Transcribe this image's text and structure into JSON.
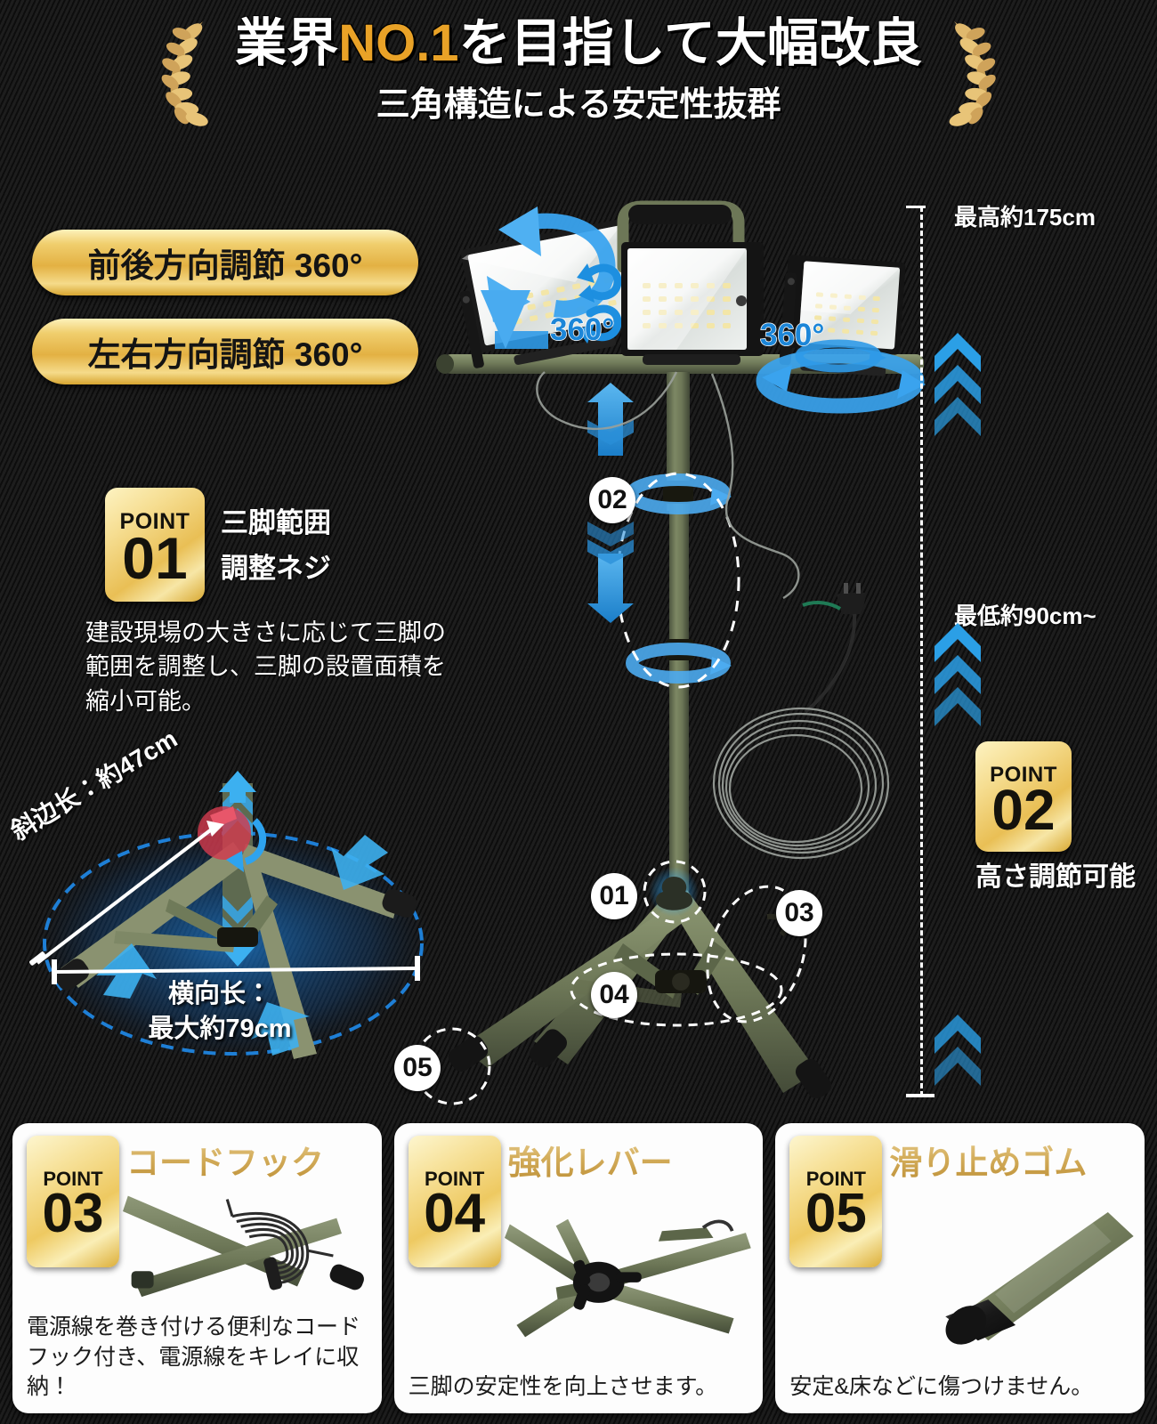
{
  "header": {
    "title_pre": "業界",
    "title_highlight": "NO.1",
    "title_post": "を目指して大幅改良",
    "subtitle": "三角構造による安定性抜群",
    "wreath_icon_left": "laurel-wreath-left-icon",
    "wreath_icon_right": "laurel-wreath-right-icon"
  },
  "pills": [
    {
      "label": "前後方向調節 360°"
    },
    {
      "label": "左右方向調節 360°"
    }
  ],
  "rotation_labels": [
    {
      "label": "360°"
    },
    {
      "label": "360°"
    }
  ],
  "point01": {
    "badge_word": "POINT",
    "badge_number": "01",
    "title_line1": "三脚範囲",
    "title_line2": "調整ネジ",
    "description": "建設現場の大きさに応じて三脚の範囲を調整し、三脚の設置面積を縮小可能。"
  },
  "point02": {
    "badge_word": "POINT",
    "badge_number": "02",
    "caption": "高さ調節可能"
  },
  "dimensions": {
    "max_height": "最高約175cm",
    "min_height": "最低約90cm~",
    "diagonal_length": "斜边长：約47cm",
    "lateral_length_line1": "横向长：",
    "lateral_length_line2": "最大約79cm"
  },
  "callouts": [
    {
      "label": "01"
    },
    {
      "label": "02"
    },
    {
      "label": "03"
    },
    {
      "label": "04"
    },
    {
      "label": "05"
    }
  ],
  "cards": [
    {
      "badge_word": "POINT",
      "badge_number": "03",
      "heading": "コードフック",
      "description": "電源線を巻き付ける便利なコードフック付き、電源線をキレイに収納！",
      "art_icon": "coiled-cable-on-leg-icon"
    },
    {
      "badge_word": "POINT",
      "badge_number": "04",
      "heading": "強化レバー",
      "description": "三脚の安定性を向上させます。",
      "art_icon": "reinforced-lever-joint-icon"
    },
    {
      "badge_word": "POINT",
      "badge_number": "05",
      "heading": "滑り止めゴム",
      "description": "安定&床などに傷つけません。",
      "art_icon": "rubber-foot-tip-icon"
    }
  ],
  "colors": {
    "background": "#131313",
    "gold": "#e3b143",
    "gold_light": "#fdf1bb",
    "accent_blue": "#2196f3",
    "accent_blue_dark": "#1565c0",
    "product_green": "#6b7355",
    "white": "#ffffff",
    "highlight_orange": "#e9a227"
  }
}
